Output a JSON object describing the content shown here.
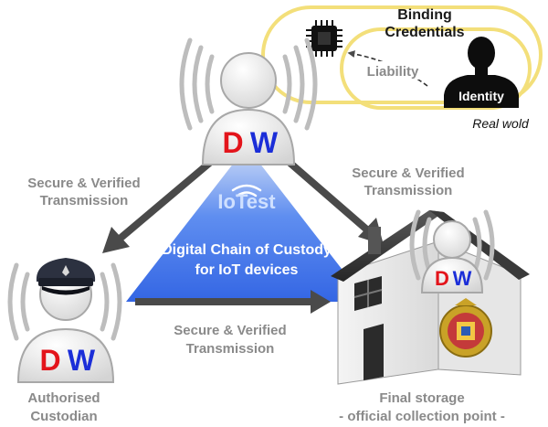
{
  "binding": {
    "title_line1": "Binding",
    "title_line2": "Credentials",
    "liability": "Liability",
    "identity": "Identity",
    "real_world": "Real wold"
  },
  "transmission": {
    "left": [
      "Secure & Verified",
      "Transmission"
    ],
    "right": [
      "Secure & Verified",
      "Transmission"
    ],
    "bottom": [
      "Secure & Verified",
      "Transmission"
    ]
  },
  "center": {
    "brand": "IoTest",
    "line1": "Digital Chain of Custody",
    "line2": "for IoT devices"
  },
  "nodes": {
    "top_badge": {
      "letter1": "D",
      "letter2": "W"
    },
    "custodian_badge": {
      "letter1": "D",
      "letter2": "W"
    },
    "storage_badge": {
      "letter1": "D",
      "letter2": "W"
    },
    "custodian_label": [
      "Authorised",
      "Custodian"
    ],
    "storage_label": [
      "Final storage",
      "- official collection point -"
    ]
  },
  "colors": {
    "triangle": "#3a6fe0",
    "arrow": "#4a4a4a",
    "d_letter": "#e3141b",
    "w_letter": "#1b2ed8",
    "binding_loop": "#f3df7a",
    "label_gray": "#8a8a8a"
  }
}
